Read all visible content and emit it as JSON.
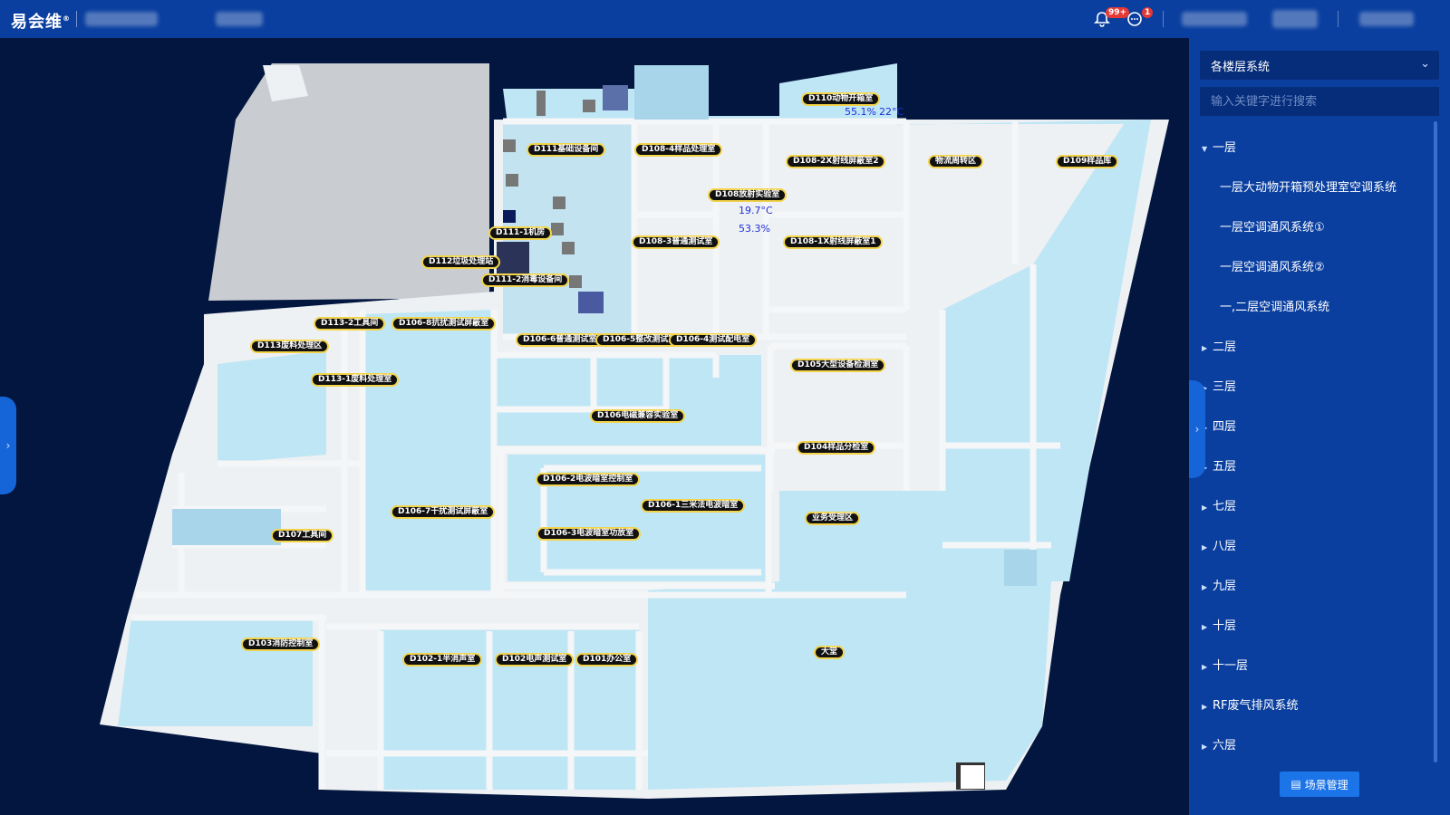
{
  "header": {
    "logo": "易会维",
    "logo_mark": "®",
    "notifications_badge": "99+",
    "messages_badge": "1"
  },
  "floorplan": {
    "rooms": [
      {
        "id": "d110",
        "label": "D110动物开箱室"
      },
      {
        "id": "d111",
        "label": "D111基础设备间"
      },
      {
        "id": "d108-4",
        "label": "D108-4样品处理室"
      },
      {
        "id": "d108-2x",
        "label": "D108-2X射线屏蔽室2"
      },
      {
        "id": "logistics",
        "label": "物流周转区"
      },
      {
        "id": "d109",
        "label": "D109样品库"
      },
      {
        "id": "d108",
        "label": "D108放射实验室"
      },
      {
        "id": "d111-1",
        "label": "D111-1机房"
      },
      {
        "id": "d108-3",
        "label": "D108-3普通测试室"
      },
      {
        "id": "d108-1x",
        "label": "D108-1X射线屏蔽室1"
      },
      {
        "id": "d112",
        "label": "D112垃圾处理站"
      },
      {
        "id": "d111-2",
        "label": "D111-2消毒设备间"
      },
      {
        "id": "d113-2",
        "label": "D113-2工具间"
      },
      {
        "id": "d106-8",
        "label": "D106-8抗扰测试屏蔽室"
      },
      {
        "id": "d113",
        "label": "D113废料处理区"
      },
      {
        "id": "d106-6",
        "label": "D106-6普通测试室"
      },
      {
        "id": "d106-5",
        "label": "D106-5整改测试室"
      },
      {
        "id": "d106-4",
        "label": "D106-4测试配电室"
      },
      {
        "id": "d105",
        "label": "D105大型设备检测室"
      },
      {
        "id": "d113-1",
        "label": "D113-1废料处理室"
      },
      {
        "id": "d106",
        "label": "D106电磁兼容实验室"
      },
      {
        "id": "d104",
        "label": "D104样品分检室"
      },
      {
        "id": "d106-2",
        "label": "D106-2电波暗室控制室"
      },
      {
        "id": "d106-1",
        "label": "D106-1三米法电波暗室"
      },
      {
        "id": "d106-7",
        "label": "D106-7干扰测试屏蔽室"
      },
      {
        "id": "reception",
        "label": "业务受理区"
      },
      {
        "id": "d107",
        "label": "D107工具间"
      },
      {
        "id": "d106-3",
        "label": "D106-3电波暗室功放室"
      },
      {
        "id": "d103",
        "label": "D103消防控制室"
      },
      {
        "id": "lobby",
        "label": "大堂"
      },
      {
        "id": "d102-1",
        "label": "D102-1半消声室"
      },
      {
        "id": "d102",
        "label": "D102电声测试室"
      },
      {
        "id": "d101",
        "label": "D101办公室"
      }
    ],
    "sensors": {
      "d110_humidity": "55.1%",
      "d110_temp": "22°C",
      "d108_temp": "19.7°C",
      "d108_humidity": "53.3%"
    }
  },
  "panel": {
    "select_value": "各楼层系统",
    "search_placeholder": "输入关键字进行搜索",
    "tree": [
      {
        "label": "一层",
        "expanded": true
      },
      {
        "label": "一层大动物开箱预处理室空调系统",
        "child": true
      },
      {
        "label": "一层空调通风系统①",
        "child": true
      },
      {
        "label": "一层空调通风系统②",
        "child": true
      },
      {
        "label": "一,二层空调通风系统",
        "child": true
      },
      {
        "label": "二层"
      },
      {
        "label": "三层"
      },
      {
        "label": "四层"
      },
      {
        "label": "五层"
      },
      {
        "label": "七层"
      },
      {
        "label": "八层"
      },
      {
        "label": "九层"
      },
      {
        "label": "十层"
      },
      {
        "label": "十一层"
      },
      {
        "label": "RF废气排风系统"
      },
      {
        "label": "六层"
      }
    ],
    "scene_button": "场景管理"
  },
  "colors": {
    "topbar": "#0a3fa0",
    "background": "#03163f",
    "floor": "#bfe6f5",
    "wall": "#eef1f3",
    "label_border": "#f3d34a",
    "badge": "#e53935",
    "button": "#1b74e8"
  }
}
